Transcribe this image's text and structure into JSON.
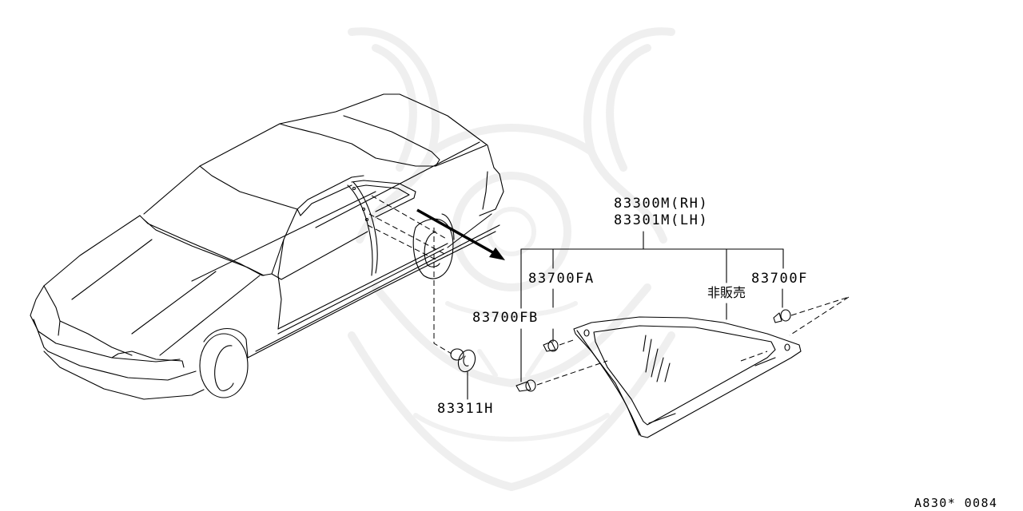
{
  "diagram": {
    "title_code": "A830* 0084",
    "subject": "Rear quarter window glass (side window)",
    "assembly": {
      "part_rh": "83300M(RH)",
      "part_lh": "83301M(LH)"
    },
    "callouts": [
      {
        "id": "fa",
        "label": "83700FA",
        "description": "clip"
      },
      {
        "id": "fb",
        "label": "83700FB",
        "description": "clip"
      },
      {
        "id": "nfs",
        "label": "非販売",
        "description": "not for sale (glass only)"
      },
      {
        "id": "f",
        "label": "83700F",
        "description": "clip"
      },
      {
        "id": "h",
        "label": "83311H",
        "description": "fastener"
      }
    ],
    "colors": {
      "line": "#000000",
      "watermark": "#efefef",
      "background": "#ffffff"
    }
  }
}
